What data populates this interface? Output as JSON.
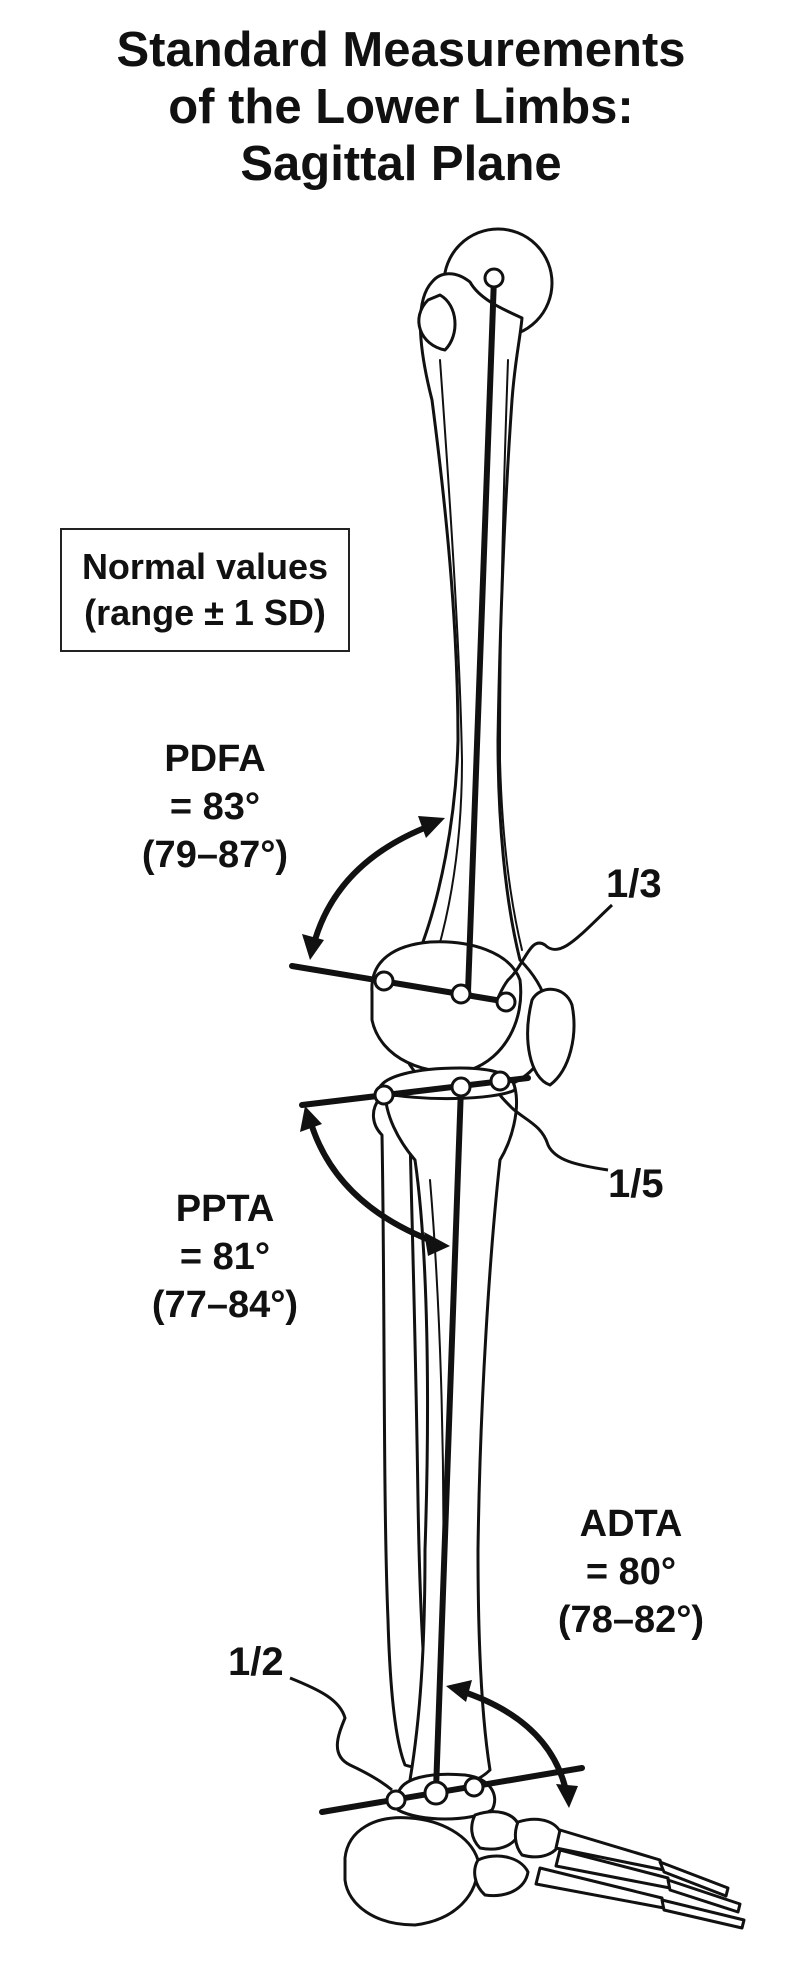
{
  "title": {
    "line1": "Standard Measurements",
    "line2": "of the Lower Limbs:",
    "line3": "Sagittal Plane"
  },
  "legend": {
    "line1": "Normal values",
    "line2": "(range ± 1 SD)"
  },
  "measurements": {
    "pdfa": {
      "name": "PDFA",
      "value": "= 83°",
      "range": "(79–87°)"
    },
    "ppta": {
      "name": "PPTA",
      "value": "= 81°",
      "range": "(77–84°)"
    },
    "adta": {
      "name": "ADTA",
      "value": "= 80°",
      "range": "(78–82°)"
    }
  },
  "fractions": {
    "femur_third": "1/3",
    "tibia_fifth": "1/5",
    "ankle_half": "1/2"
  },
  "colors": {
    "ink": "#111111",
    "bone_fill": "#ffffff",
    "background": "#ffffff"
  }
}
